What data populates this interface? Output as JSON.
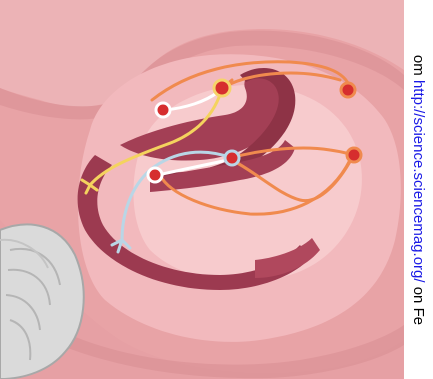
{
  "watermark": {
    "prefix": "om",
    "link": "http://science.sciencemag.org/",
    "suffix": " on Fe"
  },
  "colors": {
    "background_outer": "#e9a9a9",
    "tissue_pink": "#f0b2b6",
    "tissue_light": "#f6c8ca",
    "hippocampus_dark": "#9b3a4e",
    "hippocampus_mid": "#b64f63",
    "neuron_red": "#d62e2e",
    "axon_orange": "#f08a4e",
    "axon_yellow": "#f2d45c",
    "axon_blue": "#b8d4e3",
    "link_blue": "#1a1ae6"
  },
  "icons": [
    "neuron-cell-icon",
    "axon-path-icon",
    "dendrite-branch-icon"
  ]
}
